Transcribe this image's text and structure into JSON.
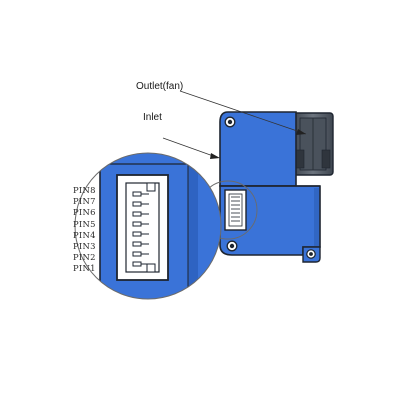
{
  "callouts": {
    "outlet": "Outlet(fan)",
    "inlet": "Inlet"
  },
  "pins": [
    "PIN8",
    "PIN7",
    "PIN6",
    "PIN5",
    "PIN4",
    "PIN3",
    "PIN2",
    "PIN1"
  ],
  "colors": {
    "housing_blue": "#3a73d8",
    "housing_outline": "#1e2530",
    "fan_gray": "#5b6470",
    "connector_white": "#ffffff"
  }
}
